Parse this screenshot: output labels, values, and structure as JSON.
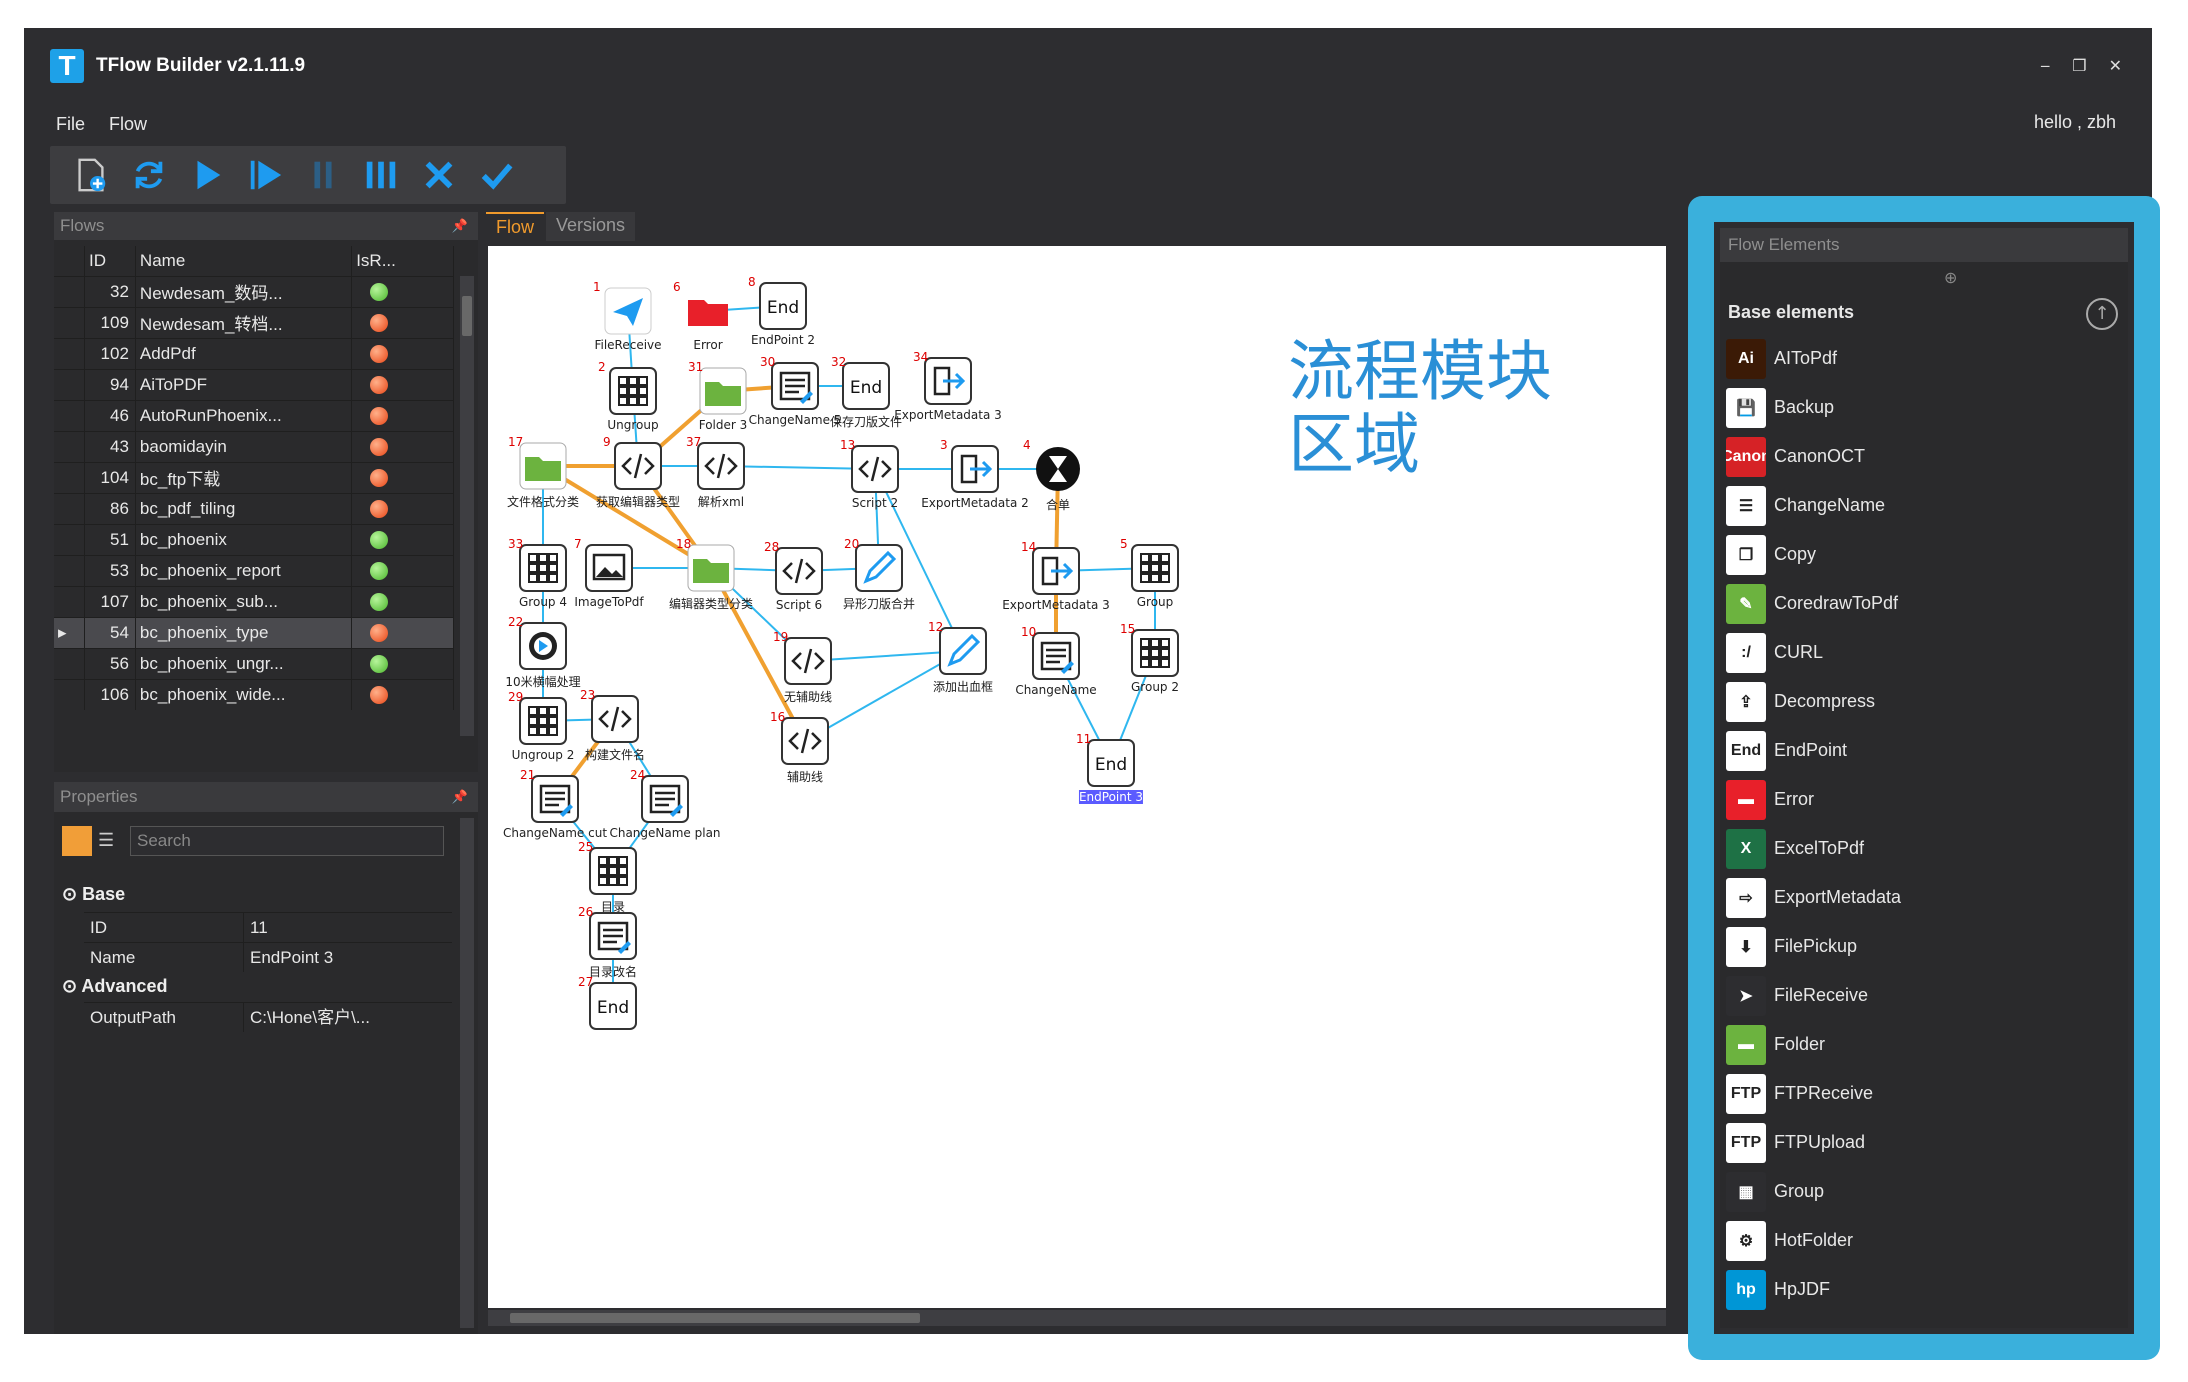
{
  "window": {
    "title": "TFlow Builder v2.1.11.9",
    "logo_letter": "T",
    "minimize": "‒",
    "restore": "❐",
    "close": "✕"
  },
  "menu": {
    "file": "File",
    "flow": "Flow"
  },
  "greeting": "hello , zbh",
  "flows_panel": {
    "title": "Flows",
    "columns": {
      "id": "ID",
      "name": "Name",
      "isr": "IsR..."
    },
    "rows": [
      {
        "id": "32",
        "name": "Newdesam_数码...",
        "status": "green"
      },
      {
        "id": "109",
        "name": "Newdesam_转档...",
        "status": "red"
      },
      {
        "id": "102",
        "name": "AddPdf",
        "status": "red"
      },
      {
        "id": "94",
        "name": "AiToPDF",
        "status": "red"
      },
      {
        "id": "46",
        "name": "AutoRunPhoenix...",
        "status": "red"
      },
      {
        "id": "43",
        "name": "baomidayin",
        "status": "red"
      },
      {
        "id": "104",
        "name": "bc_ftp下载",
        "status": "red"
      },
      {
        "id": "86",
        "name": "bc_pdf_tiling",
        "status": "red"
      },
      {
        "id": "51",
        "name": "bc_phoenix",
        "status": "green"
      },
      {
        "id": "53",
        "name": "bc_phoenix_report",
        "status": "green"
      },
      {
        "id": "107",
        "name": "bc_phoenix_sub...",
        "status": "green"
      },
      {
        "id": "54",
        "name": "bc_phoenix_type",
        "status": "red",
        "selected": true
      },
      {
        "id": "56",
        "name": "bc_phoenix_ungr...",
        "status": "green"
      },
      {
        "id": "106",
        "name": "bc_phoenix_wide...",
        "status": "red"
      }
    ]
  },
  "properties_panel": {
    "title": "Properties",
    "search_placeholder": "Search",
    "base_group": "Base",
    "advanced_group": "Advanced",
    "props": [
      {
        "key": "ID",
        "value": "11"
      },
      {
        "key": "Name",
        "value": "EndPoint 3"
      }
    ],
    "advanced_props": [
      {
        "key": "OutputPath",
        "value": "C:\\Hone\\客户\\..."
      }
    ]
  },
  "tabs": {
    "flow": "Flow",
    "versions": "Versions"
  },
  "canvas_label": {
    "line1": "流程模块",
    "line2": "区域"
  },
  "nodes": [
    {
      "num": "1",
      "label": "FileReceive",
      "icon": "send-icon"
    },
    {
      "num": "6",
      "label": "Error",
      "icon": "folder-red-icon"
    },
    {
      "num": "8",
      "label": "EndPoint 2",
      "icon": "end-icon"
    },
    {
      "num": "2",
      "label": "Ungroup",
      "icon": "group-icon"
    },
    {
      "num": "31",
      "label": "Folder 3",
      "icon": "folder-green-icon"
    },
    {
      "num": "30",
      "label": "ChangeName 5",
      "icon": "changename-icon"
    },
    {
      "num": "32",
      "label": "保存刀版文件",
      "icon": "end-icon"
    },
    {
      "num": "34",
      "label": "ExportMetadata 3",
      "icon": "export-icon"
    },
    {
      "num": "17",
      "label": "文件格式分类",
      "icon": "folder-green-icon"
    },
    {
      "num": "9",
      "label": "获取编辑器类型",
      "icon": "script-icon"
    },
    {
      "num": "37",
      "label": "解析xml",
      "icon": "script-icon"
    },
    {
      "num": "13",
      "label": "Script 2",
      "icon": "script-icon"
    },
    {
      "num": "3",
      "label": "ExportMetadata 2",
      "icon": "export-icon"
    },
    {
      "num": "4",
      "label": "合单",
      "icon": "hourglass-icon"
    },
    {
      "num": "33",
      "label": "Group 4",
      "icon": "group-icon"
    },
    {
      "num": "7",
      "label": "ImageToPdf",
      "icon": "image-icon"
    },
    {
      "num": "18",
      "label": "编辑器类型分类",
      "icon": "folder-green-icon"
    },
    {
      "num": "28",
      "label": "Script 6",
      "icon": "script-icon"
    },
    {
      "num": "20",
      "label": "异形刀版合并",
      "icon": "pen-icon"
    },
    {
      "num": "14",
      "label": "ExportMetadata 3",
      "icon": "export-icon"
    },
    {
      "num": "5",
      "label": "Group",
      "icon": "group-icon"
    },
    {
      "num": "22",
      "label": "10米横幅处理",
      "icon": "gear-icon"
    },
    {
      "num": "19",
      "label": "无辅助线",
      "icon": "script-icon"
    },
    {
      "num": "12",
      "label": "添加出血框",
      "icon": "pen-icon"
    },
    {
      "num": "10",
      "label": "ChangeName",
      "icon": "changename-icon"
    },
    {
      "num": "15",
      "label": "Group 2",
      "icon": "group-icon"
    },
    {
      "num": "29",
      "label": "Ungroup 2",
      "icon": "group-icon"
    },
    {
      "num": "23",
      "label": "构建文件名",
      "icon": "script-icon"
    },
    {
      "num": "16",
      "label": "辅助线",
      "icon": "script-icon"
    },
    {
      "num": "11",
      "label": "EndPoint 3",
      "icon": "end-icon"
    },
    {
      "num": "21",
      "label": "ChangeName cut",
      "icon": "changename-icon"
    },
    {
      "num": "24",
      "label": "ChangeName plan",
      "icon": "changename-icon"
    },
    {
      "num": "25",
      "label": "目录",
      "icon": "group-icon"
    },
    {
      "num": "26",
      "label": "目录改名",
      "icon": "changename-icon"
    },
    {
      "num": "27",
      "label": "",
      "icon": "end-icon"
    }
  ],
  "end_text": "End",
  "flow_elements": {
    "title": "Flow Elements",
    "section": "Base elements",
    "items": [
      {
        "label": "AIToPdf",
        "icon": "ai-icon",
        "glyph": "Ai",
        "color": "#3b1a06"
      },
      {
        "label": "Backup",
        "icon": "floppy-icon",
        "glyph": "💾",
        "color": "#ffffff"
      },
      {
        "label": "CanonOCT",
        "icon": "canon-icon",
        "glyph": "Canon",
        "color": "#d62226"
      },
      {
        "label": "ChangeName",
        "icon": "changename-icon",
        "glyph": "☰",
        "color": "#ffffff"
      },
      {
        "label": "Copy",
        "icon": "copy-icon",
        "glyph": "❐",
        "color": "#ffffff"
      },
      {
        "label": "CoredrawToPdf",
        "icon": "coreldraw-icon",
        "glyph": "✎",
        "color": "#6cb33f"
      },
      {
        "label": "CURL",
        "icon": "curl-icon",
        "glyph": ":/",
        "color": "#ffffff"
      },
      {
        "label": "Decompress",
        "icon": "decompress-icon",
        "glyph": "⇪",
        "color": "#ffffff"
      },
      {
        "label": "EndPoint",
        "icon": "end-icon",
        "glyph": "End",
        "color": "#ffffff"
      },
      {
        "label": "Error",
        "icon": "folder-red-icon",
        "glyph": "▬",
        "color": "#e8202a"
      },
      {
        "label": "ExcelToPdf",
        "icon": "excel-icon",
        "glyph": "X",
        "color": "#1e7145"
      },
      {
        "label": "ExportMetadata",
        "icon": "export-icon",
        "glyph": "⇨",
        "color": "#ffffff"
      },
      {
        "label": "FilePickup",
        "icon": "filepickup-icon",
        "glyph": "⬇",
        "color": "#ffffff"
      },
      {
        "label": "FileReceive",
        "icon": "send-icon",
        "glyph": "➤",
        "color": "#2d2d30"
      },
      {
        "label": "Folder",
        "icon": "folder-green-icon",
        "glyph": "▬",
        "color": "#6cb33f"
      },
      {
        "label": "FTPReceive",
        "icon": "ftp-receive-icon",
        "glyph": "FTP",
        "color": "#ffffff"
      },
      {
        "label": "FTPUpload",
        "icon": "ftp-upload-icon",
        "glyph": "FTP",
        "color": "#ffffff"
      },
      {
        "label": "Group",
        "icon": "group-icon",
        "glyph": "▦",
        "color": "#2d2d30"
      },
      {
        "label": "HotFolder",
        "icon": "hotfolder-icon",
        "glyph": "⚙",
        "color": "#ffffff"
      },
      {
        "label": "HpJDF",
        "icon": "hp-icon",
        "glyph": "hp",
        "color": "#0096d6"
      }
    ]
  }
}
